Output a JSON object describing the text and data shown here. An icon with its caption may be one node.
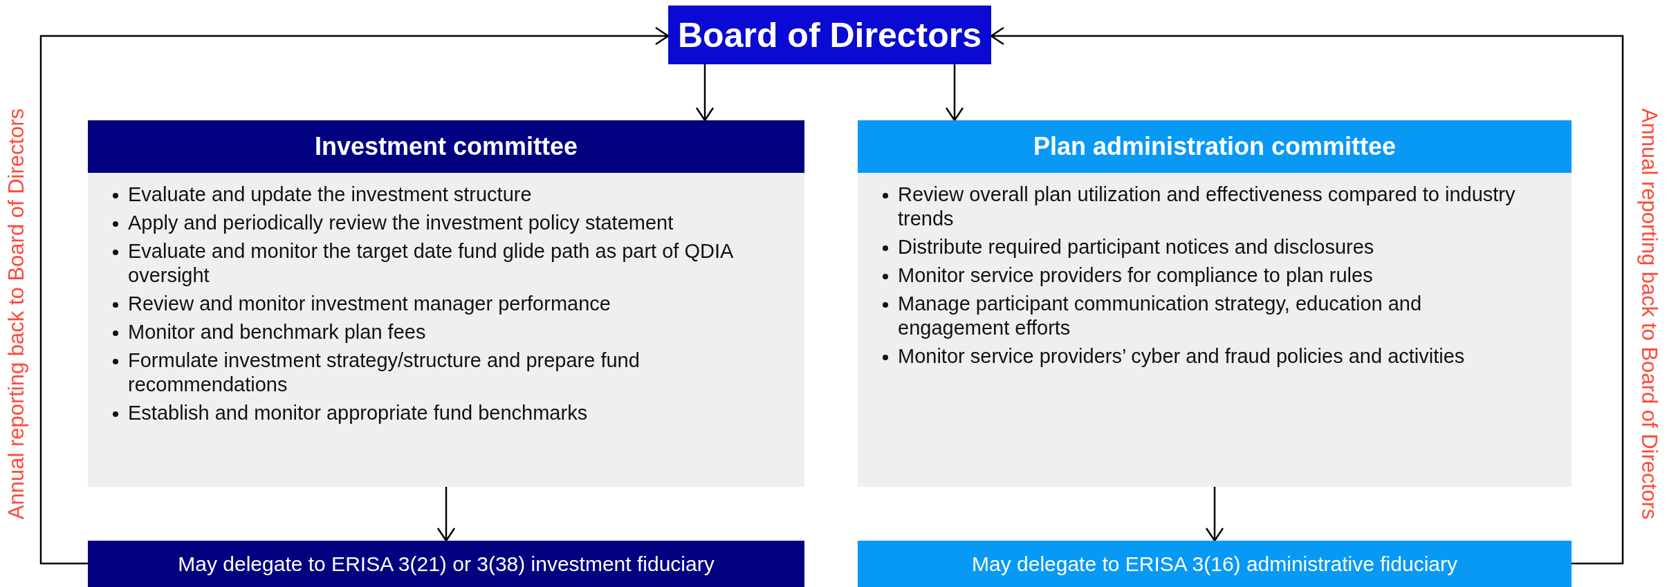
{
  "diagram": {
    "nodes": [
      {
        "text": [
          "Board of Directors"
        ]
      },
      {
        "text": [
          "Investment committee",
          "Evaluate and update the investment structure",
          "Apply and periodically review the investment policy statement",
          "Evaluate and monitor the target date fund glide path as part of QDIA oversight",
          "Review and monitor investment manager performance",
          "Monitor and benchmark plan fees",
          "Formulate investment strategy/structure and prepare fund recommendations",
          "Establish and monitor appropriate fund benchmarks"
        ]
      },
      {
        "text": [
          "Plan administration committee",
          "Review overall plan utilization and effectiveness compared to industry trends",
          "Distribute required participant notices and disclosures",
          "Monitor service providers for compliance to plan rules",
          "Manage participant communication strategy, education and engagement efforts",
          "Monitor service providers’ cyber and fraud policies and activities"
        ]
      },
      {
        "text": [
          "May delegate to ERISA 3(21) or 3(38) investment fiduciary"
        ]
      },
      {
        "text": [
          "May delegate to ERISA 3(16) administrative fiduciary"
        ]
      }
    ],
    "edges": [
      {
        "from": 0,
        "to": 1,
        "arrow": "to"
      },
      {
        "from": 0,
        "to": 2,
        "arrow": "to"
      },
      {
        "from": 1,
        "to": 3,
        "arrow": "to"
      },
      {
        "from": 2,
        "to": 4,
        "arrow": "to"
      },
      {
        "from": 3,
        "to": 0,
        "arrow": "to",
        "label": "Annual reporting back to Board of Directors"
      },
      {
        "from": 4,
        "to": 0,
        "arrow": "to",
        "label": "Annual reporting back to Board of Directors"
      }
    ]
  }
}
